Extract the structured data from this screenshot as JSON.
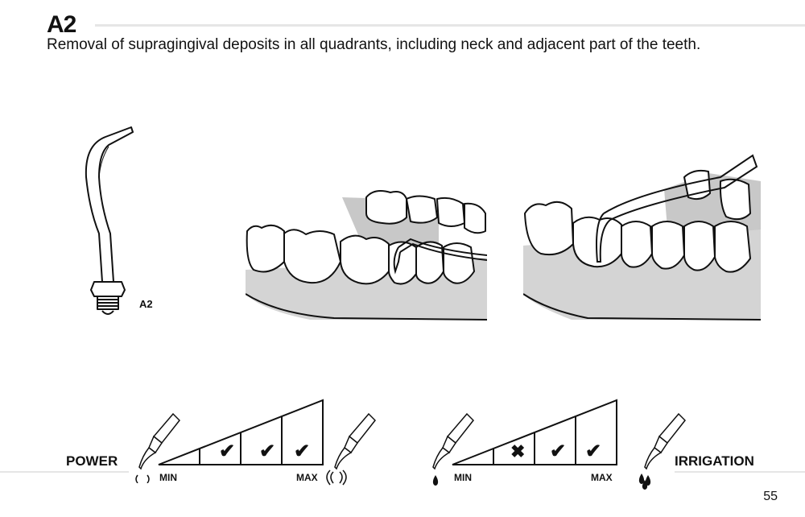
{
  "header": {
    "title": "A2",
    "description": "Removal of supragingival deposits in all quadrants, including neck and adjacent part of the teeth."
  },
  "tip_label": "A2",
  "power": {
    "label": "POWER",
    "min_label": "MIN",
    "max_label": "MAX",
    "levels": [
      "empty",
      "check",
      "check",
      "check"
    ]
  },
  "irrigation": {
    "label": "IRRIGATION",
    "min_label": "MIN",
    "max_label": "MAX",
    "levels": [
      "empty",
      "cross",
      "check",
      "check"
    ]
  },
  "footer": {
    "page_number": "55"
  }
}
